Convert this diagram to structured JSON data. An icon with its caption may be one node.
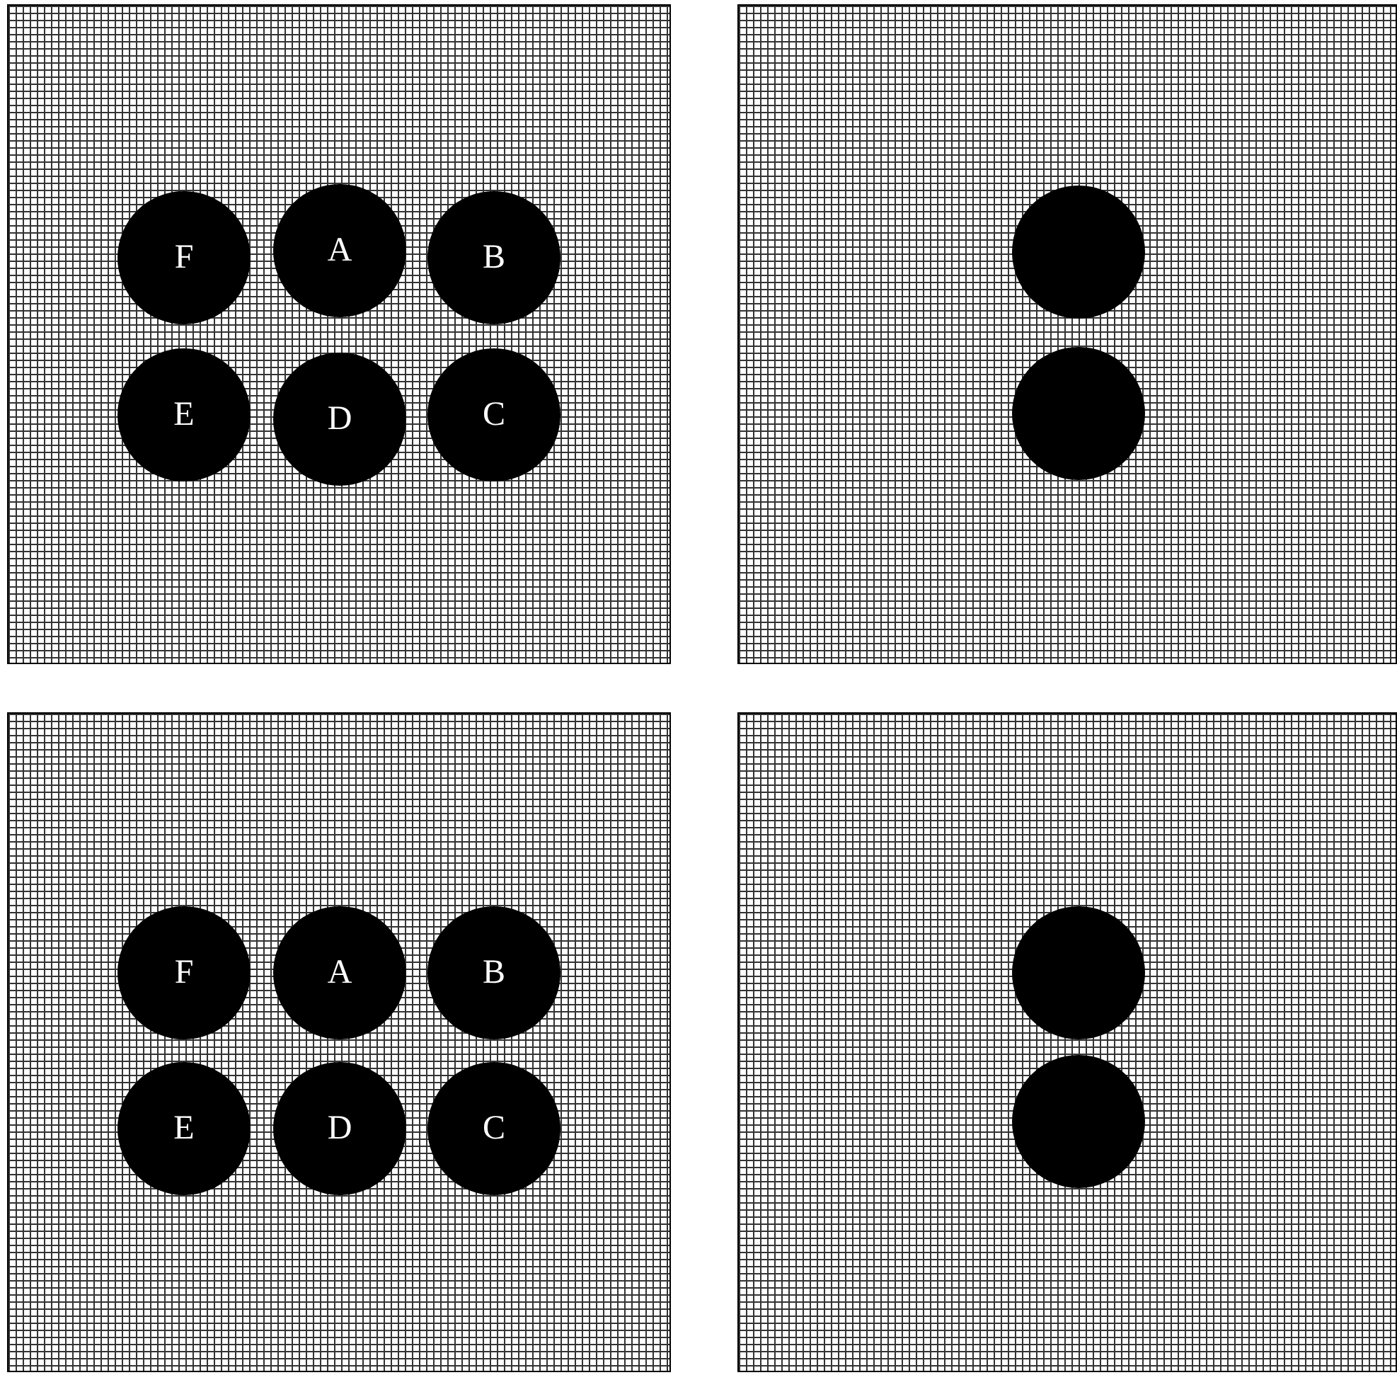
{
  "diagram": {
    "nodes": [
      {
        "text": [],
        "shape": "box"
      },
      {
        "text": [
          "F"
        ],
        "in": 0
      },
      {
        "text": [
          "A"
        ],
        "in": 0
      },
      {
        "text": [
          "B"
        ],
        "in": 0
      },
      {
        "text": [
          "E"
        ],
        "in": 0
      },
      {
        "text": [
          "D"
        ],
        "in": 0
      },
      {
        "text": [
          "C"
        ],
        "in": 0
      },
      {
        "text": [],
        "shape": "box"
      },
      {
        "text": [],
        "shape": "circle",
        "in": 7
      },
      {
        "text": [],
        "shape": "circle",
        "in": 7
      },
      {
        "text": [],
        "shape": "box"
      },
      {
        "text": [
          "F"
        ],
        "in": 10
      },
      {
        "text": [
          "A"
        ],
        "in": 10
      },
      {
        "text": [
          "B"
        ],
        "in": 10
      },
      {
        "text": [
          "E"
        ],
        "in": 10
      },
      {
        "text": [
          "D"
        ],
        "in": 10
      },
      {
        "text": [
          "C"
        ],
        "in": 10
      },
      {
        "text": [],
        "shape": "box"
      },
      {
        "text": [],
        "shape": "circle",
        "in": 17
      },
      {
        "text": [],
        "shape": "circle",
        "in": 17
      }
    ]
  }
}
